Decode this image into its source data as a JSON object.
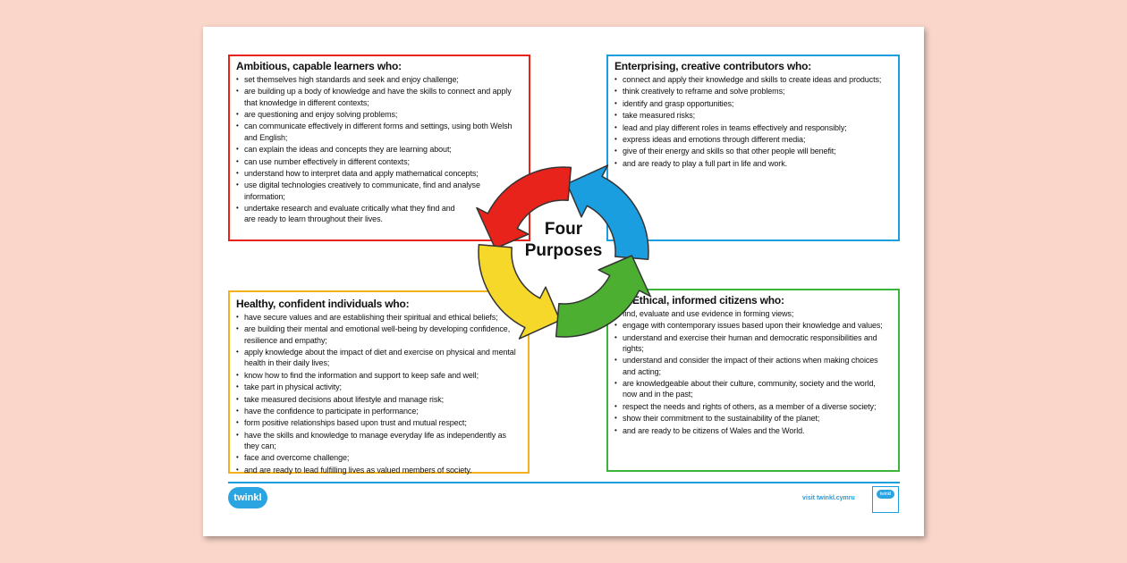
{
  "center_title": [
    "Four",
    "Purposes"
  ],
  "colors": {
    "red": "#e8231c",
    "blue": "#1a9ee0",
    "yellow": "#f5d82a",
    "green": "#4caf32"
  },
  "boxes": {
    "ambitious": {
      "title": "Ambitious, capable learners who:",
      "items": [
        "set themselves high standards and seek and enjoy challenge;",
        "are building up a body of knowledge and have the skills to connect and apply that knowledge in different contexts;",
        "are questioning and enjoy solving problems;",
        "can communicate effectively in different forms and settings, using both Welsh and English;",
        "can explain the ideas and concepts they are learning about;",
        "can use number effectively in different contexts;",
        "understand how to interpret data and apply mathematical concepts;",
        "use digital technologies creatively to communicate, find and analyse information;",
        "undertake research and evaluate critically what they find and are ready to learn throughout their lives."
      ]
    },
    "enterprising": {
      "title": "Enterprising, creative contributors who:",
      "items": [
        "connect and apply their knowledge and skills to create ideas and products;",
        "think creatively to reframe and solve problems;",
        "identify and grasp opportunities;",
        "take measured risks;",
        "lead and play different roles in teams effectively and responsibly;",
        "express ideas and emotions through different media;",
        "give of their energy and skills so that other people will benefit;",
        "and are ready to play a full part in life and work."
      ]
    },
    "healthy": {
      "title": "Healthy, confident individuals who:",
      "items": [
        "have secure values and are establishing their spiritual and ethical beliefs;",
        "are building their mental and emotional well-being by developing confidence, resilience and empathy;",
        "apply knowledge about the impact of diet and exercise on physical and mental health in their daily lives;",
        "know how to find the information and support to keep safe and well;",
        "take part in physical activity;",
        "take measured decisions about lifestyle and manage risk;",
        "have the confidence to participate in performance;",
        "form positive relationships based upon trust and mutual respect;",
        "have the skills and knowledge to manage everyday life as independently as they can;",
        "face and overcome challenge;",
        "and are ready to lead fulfilling lives as valued members of society."
      ]
    },
    "ethical": {
      "title": "Ethical, informed citizens who:",
      "items": [
        "find, evaluate and use evidence in forming views;",
        "engage with contemporary issues based upon their knowledge and values;",
        "understand and exercise their human and democratic responsibilities and rights;",
        "understand and consider the impact of their actions when making choices and acting;",
        "are knowledgeable about their culture, community, society and the world, now and in the past;",
        "respect the needs and rights of others, as a member of a diverse society;",
        "show their commitment to the sustainability of the planet;",
        "and are ready to be citizens of Wales and the World."
      ]
    }
  },
  "footer": {
    "logo": "twinkl",
    "visit": "visit twinkl.cymru",
    "badge": "twinkl"
  }
}
